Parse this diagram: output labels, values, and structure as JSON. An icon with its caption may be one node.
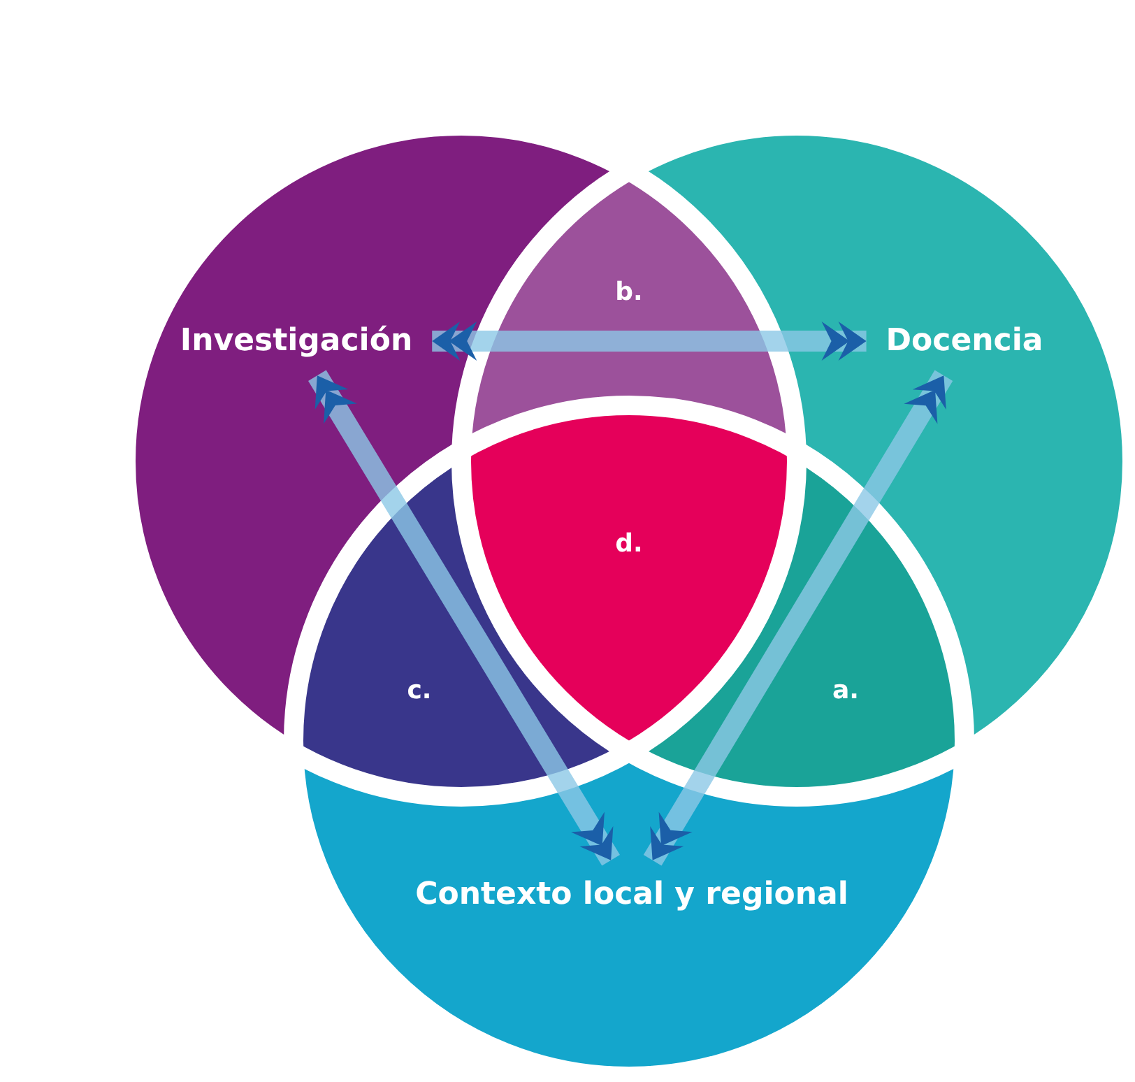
{
  "diagram": {
    "nodes": [
      {
        "text": [
          "Investigación"
        ]
      },
      {
        "text": [
          "b."
        ]
      },
      {
        "text": [
          "Docencia"
        ]
      },
      {
        "text": [
          "d."
        ]
      },
      {
        "text": [
          "c."
        ]
      },
      {
        "text": [
          "a."
        ]
      },
      {
        "text": [
          "Contexto local y regional"
        ]
      }
    ],
    "edges": [
      {
        "from": 0,
        "to": 2,
        "arrow": "both"
      },
      {
        "from": 0,
        "to": 6,
        "arrow": "both"
      },
      {
        "from": 2,
        "to": 6,
        "arrow": "both"
      }
    ]
  }
}
